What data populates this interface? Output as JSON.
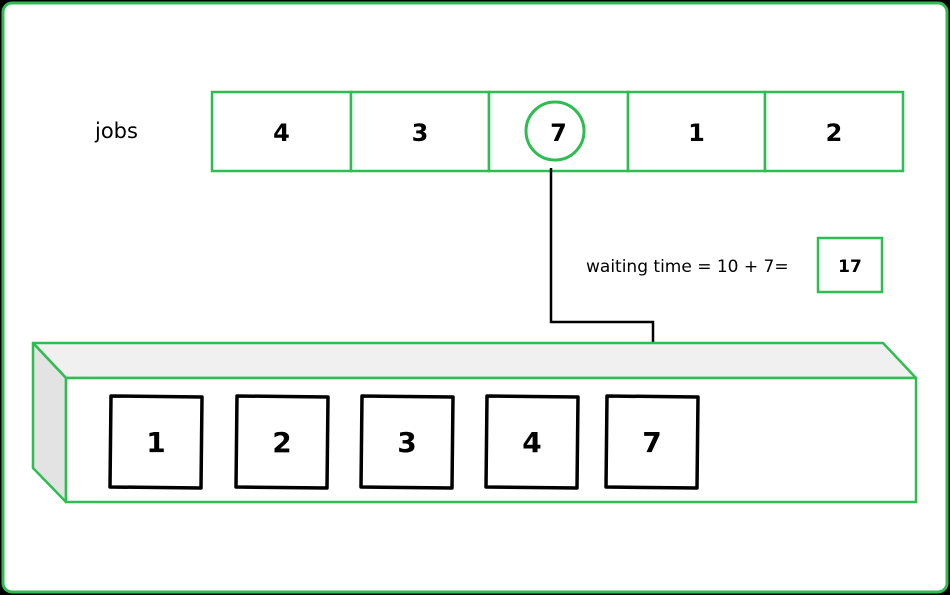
{
  "jobs_label": "jobs",
  "jobs": [
    "4",
    "3",
    "7",
    "1",
    "2"
  ],
  "highlighted_job": "7",
  "waiting_time": {
    "label": "waiting time  = 10 + 7=",
    "result": "17"
  },
  "queue": [
    "1",
    "2",
    "3",
    "4",
    "7"
  ],
  "colors": {
    "accent": "#2fbd52",
    "background": "#ffffff",
    "box_face": "#f0f0f0",
    "box_side": "#e3e3e3",
    "ink": "#000000"
  }
}
